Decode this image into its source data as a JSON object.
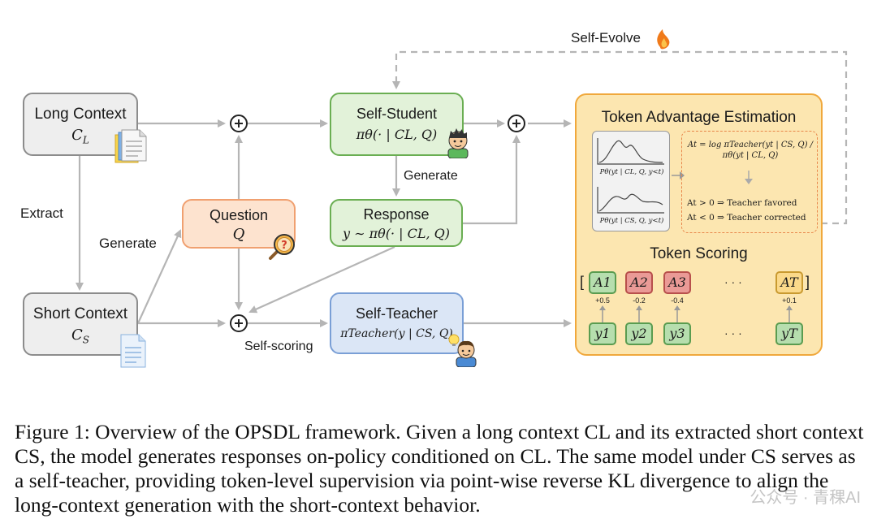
{
  "top_label": "Self-Evolve",
  "long_context": {
    "label": "Long Context",
    "symbol": "C",
    "sub": "L"
  },
  "short_context": {
    "label": "Short Context",
    "symbol": "C",
    "sub": "S"
  },
  "extract_label": "Extract",
  "generate_label_left": "Generate",
  "question": {
    "label": "Question",
    "symbol": "Q"
  },
  "self_student": {
    "label": "Self-Student",
    "formula": "πθ(· | CL, Q)"
  },
  "generate_label_mid": "Generate",
  "response": {
    "label": "Response",
    "formula": "y ∼  πθ(· | CL, Q)"
  },
  "self_teacher": {
    "label": "Self-Teacher",
    "formula": "πTeacher(y | CS, Q)"
  },
  "self_scoring_label": "Self-scoring",
  "tae": {
    "title": "Token Advantage Estimation",
    "dist1_label": "Pθ(yt | CL, Q, y<t)",
    "dist2_label": "Pθ(yt | CS, Q, y<t)",
    "formula": "At = log πTeacher(yt | CS, Q) / πθ(yt | CL, Q)",
    "pos_rule": "At > 0 ⇒ Teacher favored",
    "neg_rule": "At < 0 ⇒ Teacher corrected",
    "scoring_title": "Token Scoring",
    "advantages": [
      "A1",
      "A2",
      "A3",
      "AT"
    ],
    "values": [
      "+0.5",
      "-0.2",
      "-0.4",
      "+0.1"
    ],
    "tokens": [
      "y1",
      "y2",
      "y3",
      "yT"
    ],
    "ellipsis": "· · ·"
  },
  "colors": {
    "student": "#6aae52",
    "question": "#f0a070",
    "teacher": "#7a9fd6",
    "tae": "#f0a83c"
  },
  "caption": "Figure 1: Overview of the OPSDL framework. Given a long context CL and its extracted short context CS, the model generates responses on-policy conditioned on CL. The same model under CS serves as a self-teacher, providing token-level supervision via point-wise reverse KL divergence to align the long-context generation with the short-context behavior.",
  "watermark": "公众号 · 青稞AI"
}
